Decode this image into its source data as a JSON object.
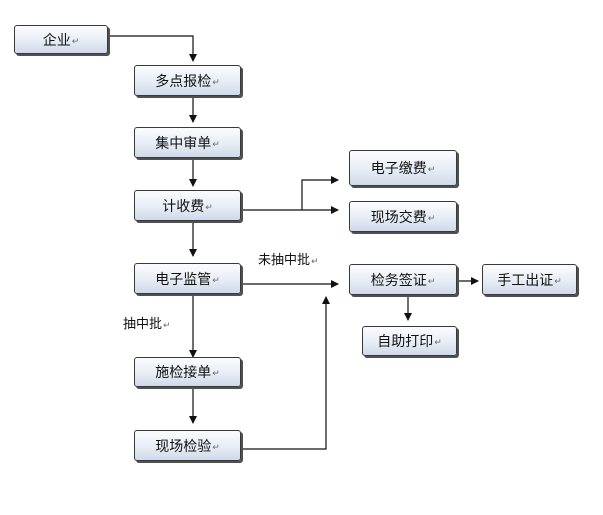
{
  "nodes": {
    "enterprise": "企业",
    "multi_point_inspection": "多点报检",
    "centralized_review": "集中审单",
    "fee_calculation": "计收费",
    "electronic_supervision": "电子监管",
    "inspection_order_receipt": "施检接单",
    "on_site_inspection": "现场检验",
    "electronic_payment": "电子缴费",
    "on_site_payment": "现场交费",
    "inspection_certification": "检务签证",
    "manual_certificate_issuance": "手工出证",
    "self_service_printing": "自助打印"
  },
  "edge_labels": {
    "not_sampled": "未抽中批",
    "sampled": "抽中批"
  }
}
